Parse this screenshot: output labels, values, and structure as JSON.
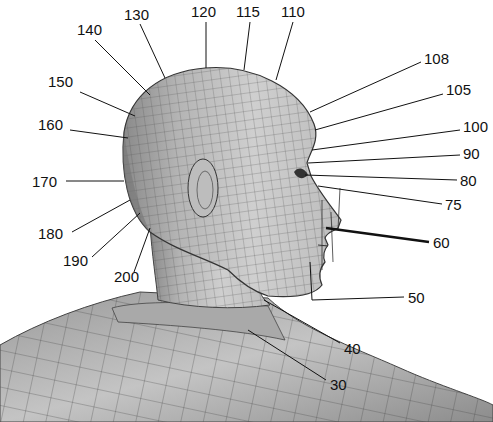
{
  "diagram": {
    "labels": [
      "120",
      "115",
      "110",
      "130",
      "140",
      "108",
      "150",
      "105",
      "160",
      "100",
      "90",
      "80",
      "170",
      "75",
      "60",
      "180",
      "190",
      "200",
      "50",
      "40",
      "30"
    ]
  }
}
